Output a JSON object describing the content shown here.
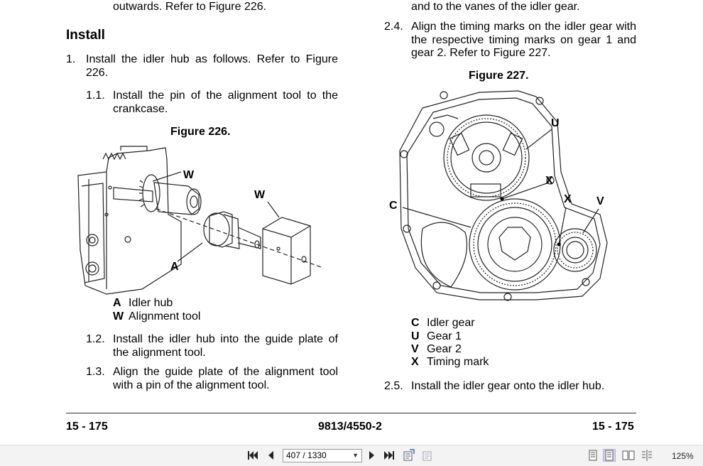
{
  "left": {
    "top_cont": "outwards. Refer to Figure 226.",
    "heading": "Install",
    "step1_num": "1.",
    "step1_line1": "Install the idler hub as follows. Refer to Figure",
    "step1_line2": "226.",
    "step11_num": "1.1.",
    "step11_line1": "Install the pin of the alignment tool to the",
    "step11_line2": "crankcase.",
    "figure_title": "Figure 226.",
    "fig_labels": {
      "w1": "W",
      "w2": "W",
      "a": "A"
    },
    "legend": [
      {
        "key": "A",
        "text": "Idler hub"
      },
      {
        "key": "W",
        "text": "Alignment tool"
      }
    ],
    "step12_num": "1.2.",
    "step12_line1": "Install the idler hub into the guide plate of",
    "step12_line2": "the alignment tool.",
    "step13_num": "1.3.",
    "step13_line1": "Align the guide plate of the alignment tool",
    "step13_line2": "with a pin of the alignment tool."
  },
  "right": {
    "top_cont": "and to the vanes of the idler gear.",
    "step24_num": "2.4.",
    "step24_line1": "Align the timing marks on the idler gear with",
    "step24_line2": "the respective timing marks on gear 1 and",
    "step24_line3": "gear 2. Refer to Figure 227.",
    "figure_title": "Figure 227.",
    "fig_labels": {
      "u": "U",
      "x1": "X",
      "x2": "X",
      "c": "C",
      "v": "V"
    },
    "legend": [
      {
        "key": "C",
        "text": "Idler gear"
      },
      {
        "key": "U",
        "text": "Gear 1"
      },
      {
        "key": "V",
        "text": "Gear 2"
      },
      {
        "key": "X",
        "text": "Timing mark"
      }
    ],
    "step25_num": "2.5.",
    "step25_text": "Install the idler gear onto the idler hub."
  },
  "footer": {
    "left": "15 - 175",
    "center": "9813/4550-2",
    "right": "15 - 175"
  },
  "toolbar": {
    "page_value": "407 / 1330",
    "zoom": "125%",
    "icons": [
      "first-page-icon",
      "prev-page-icon",
      "next-page-icon",
      "last-page-icon",
      "fit-page-icon",
      "fit-width-icon",
      "single-page-icon",
      "continuous-icon",
      "two-page-icon",
      "two-page-continuous-icon"
    ]
  }
}
